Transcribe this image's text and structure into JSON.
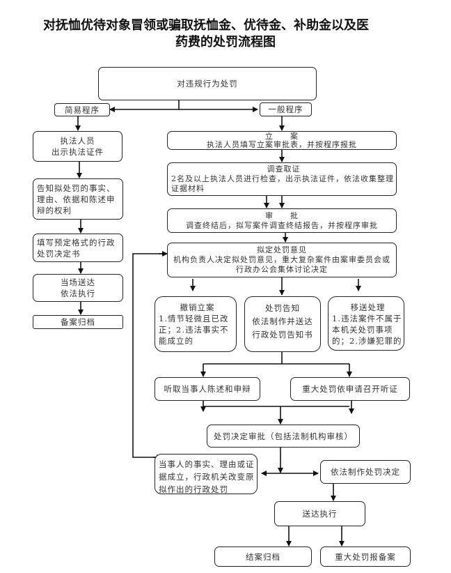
{
  "title": {
    "line1": "对抚恤优待对象冒领或骗取抚恤金、优待金、补助金以及医",
    "line2": "药费的处罚流程图"
  },
  "nodes": {
    "start": "对违规行为处罚",
    "simple_procedure": "简易程序",
    "general_procedure": "一般程序",
    "simple": {
      "show_id": [
        "执法人员",
        "出示执法证件"
      ],
      "inform": "告知拟处罚的事实、理由、依据和陈述申辩的权利",
      "fill_form": "填写预定格式的行政处罚决定书",
      "deliver": [
        "当场送达",
        "依法执行"
      ],
      "archive": "备案归档"
    },
    "general": {
      "filing": {
        "head": "立　　案",
        "body": "执法人员填写立案审批表，并按程序报批"
      },
      "investigation": {
        "head": "调查取证",
        "body": "2名及以上执法人员进行检查，出示执法证件，依法收集整理证据材料"
      },
      "approval": {
        "head": "审　　批",
        "body": "调查终结后，拟写案件调查终结报告，并按程序审批"
      },
      "draft_opinion": {
        "head": "拟定处罚意见",
        "body": "机构负责人决定拟处罚意见，重大复杂案件由案审委员会或行政办公会集体讨论决定"
      },
      "revoke": {
        "head": "撤销立案",
        "body": "1.情节轻微且已改正；2.违法事实不能成立的"
      },
      "notice": {
        "head": "处罚告知",
        "body": "依法制作并送达行政处罚告知书"
      },
      "transfer": {
        "head": "移送处理",
        "body": "1.违法案件不属于本机关处罚事项的；2.涉嫌犯罪的"
      },
      "hear_statement": "听取当事人陈述和申辩",
      "hearing": "重大处罚依申请召开听证",
      "decision_review": "处罚决定审批（包括法制机构审核）",
      "change_decision": "当事人的事实、理由或证据成立，行政机关改变原拟作出的行政处罚",
      "make_decision": "依法制作处罚决定",
      "deliver_execute": "送达执行",
      "close_archive": "结案归档",
      "major_record": "重大处罚报备案"
    }
  }
}
